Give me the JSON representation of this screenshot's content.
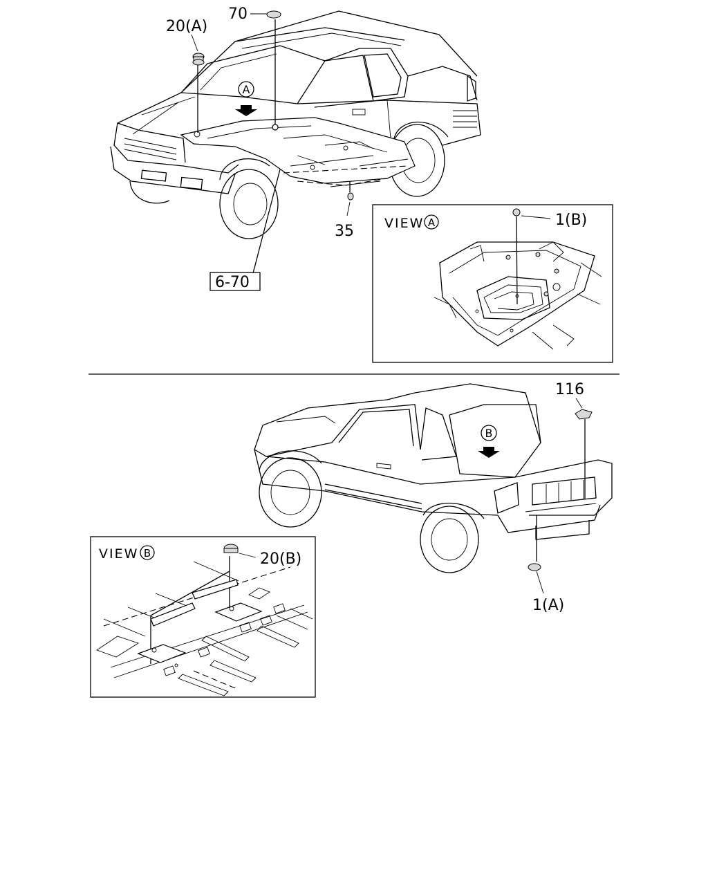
{
  "diagram": {
    "callouts": {
      "c70": "70",
      "c20a": "20(A)",
      "c35": "35",
      "c670": "6-70",
      "c1b": "1(B)",
      "c116": "116",
      "c20b": "20(B)",
      "c1a": "1(A)"
    },
    "markers": {
      "a": "A",
      "b": "B"
    },
    "views": {
      "view_a": {
        "prefix": "VIEW",
        "letter": "A"
      },
      "view_b": {
        "prefix": "VIEW",
        "letter": "B"
      }
    }
  }
}
